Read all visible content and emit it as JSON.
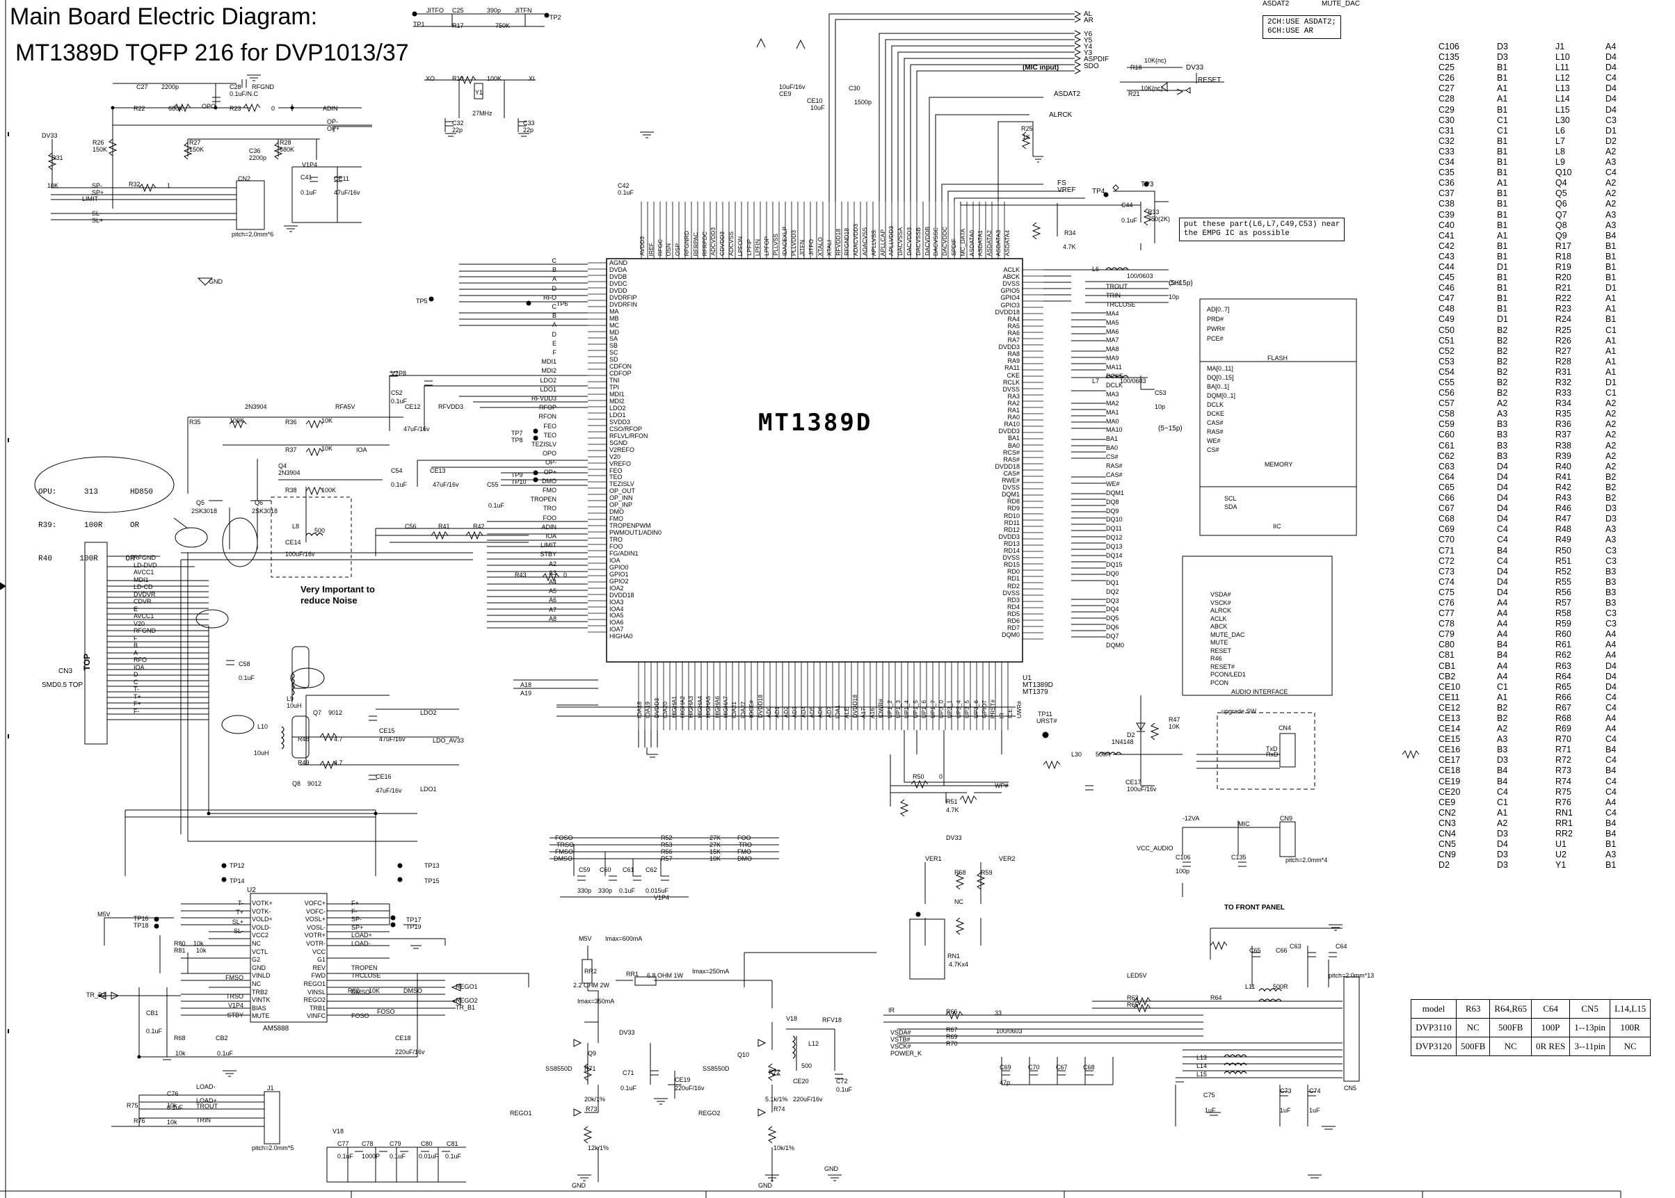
{
  "titles": {
    "line1": "Main Board Electric Diagram:",
    "line2": "MT1389D TQFP 216 for DVP1013/37"
  },
  "chip": {
    "name": "MT1389D",
    "ref": "U1",
    "part1": "MT1389D",
    "part2": "MT1379"
  },
  "notes": {
    "near_empg": "put these part(L6,L7,C49,C53) near\nthe EMPG IC as possible",
    "asdat": "2CH:USE ASDAT2;\n6CH:USE AR",
    "noise": "Very Important to\nreduce Noise",
    "to_front_panel": "TO FRONT PANEL",
    "mic_input": "(MIC input)",
    "range1": "(5~15p)",
    "range2": "(5~15p)",
    "opu_table": [
      "OPU:      313       HD850",
      "R39:      100R      OR",
      "R40      100R      OR"
    ]
  },
  "top_labels": {
    "mute_dac": "MUTE_DAC",
    "asdat2": "ASDAT2",
    "al": "AL",
    "ar": "AR",
    "y6": "Y6",
    "y5": "Y5",
    "y4": "Y4",
    "y3": "Y3",
    "aspdif": "ASPDIF",
    "sdo": "SDO",
    "dv33": "DV33",
    "reset": "RESET",
    "alrck": "ALRCK",
    "fs": "FS",
    "vref": "VREF",
    "tp4": "TP4",
    "tp3": "TP3"
  },
  "left_pins": [
    "AGND",
    "DVDA",
    "DVDB",
    "DVDC",
    "DVDD",
    "DVDRFIP",
    "DVDRFIN",
    "MA",
    "MB",
    "MC",
    "MD",
    "SA",
    "SB",
    "SC",
    "SD",
    "CDFON",
    "CDFOP",
    "TNI",
    "TPI",
    "MDI1",
    "MDI2",
    "LDO2",
    "LDO1",
    "SVDD3",
    "CSO/RFOP",
    "RFLVL/RFON",
    "SGND",
    "V2REFO",
    "V20",
    "VREFO",
    "FEO",
    "TEO",
    "TEZISLV",
    "OP_OUT",
    "OP_INN",
    "OP_INP",
    "DMO",
    "FMO",
    "TROPENPWM",
    "PWMOUT1/ADIN0",
    "TRO",
    "FOO",
    "FG/ADIN1",
    "IOA",
    "GPIO0",
    "GPIO1",
    "GPIO2",
    "IOA2",
    "DVDD18",
    "IOA3",
    "IOA4",
    "IOA5",
    "IOA6",
    "IOA7",
    "HIGHA0"
  ],
  "right_pins": [
    "ACLK",
    "ABCK",
    "DVSS",
    "GPIO5",
    "GPIO4",
    "GPIO3",
    "DVDD18",
    "RA4",
    "RA5",
    "RA6",
    "RA7",
    "DVDD3",
    "RA8",
    "RA9",
    "RA11",
    "CKE",
    "RCLK",
    "DVSS",
    "RA3",
    "RA2",
    "RA1",
    "RA0",
    "RA10",
    "DVDD3",
    "BA1",
    "BA0",
    "RCS#",
    "RAS#",
    "DVDD18",
    "CAS#",
    "RWE#",
    "DVSS",
    "DQM1",
    "RD8",
    "RD9",
    "RD10",
    "RD11",
    "RD12",
    "DVDD3",
    "RD13",
    "RD14",
    "DVSS",
    "RD15",
    "RD0",
    "RD1",
    "RD2",
    "DVSS",
    "RD3",
    "RD4",
    "RD5",
    "RD6",
    "RD7",
    "DQM0"
  ],
  "top_pins": [
    "AVDD3",
    "IREF",
    "RFGC",
    "OSN",
    "OSP",
    "RFGNRD",
    "RFRPAC",
    "RFRPDC",
    "ADCVDD3",
    "CDVDD3",
    "ADCVSS",
    "LPFON",
    "LPFIP",
    "LPFIN",
    "LPFOP",
    "PLLVSS",
    "IDACEXLP",
    "PLLVDD3",
    "JITFN",
    "JITFO",
    "XTALO",
    "XTALI",
    "RFVDD18",
    "RFGND18",
    "ADACVDD3",
    "ADACVSS",
    "APLLVSS",
    "APLLCAP",
    "APLLVDD3",
    "DACVSSA",
    "DACVDD3",
    "DACVSSB",
    "DACVDDB",
    "DACVSSC",
    "DACVDDC",
    "SPDIF",
    "MC_DATA",
    "ASDATA0",
    "ASDATA1",
    "ASDATA2",
    "ASDATA3",
    "ASDATA4"
  ],
  "bottom_pins": [
    "IOA18",
    "IOA19",
    "DVDD3",
    "IOA20",
    "HIGHA1",
    "HIGHA2",
    "HIGHA3",
    "HIGHA4",
    "HIGHA5",
    "HIGHA6",
    "HIGHA7",
    "IOA21",
    "IOA22",
    "IOCE#",
    "DVDD18",
    "AD0",
    "AD1",
    "AD2",
    "AD3",
    "AD4",
    "AD5",
    "AD6",
    "AD7",
    "IOA1",
    "ALE",
    "DVDD18",
    "A17",
    "A16",
    "IOWR#",
    "UP1_2",
    "UP1_3",
    "UP1_4",
    "UP1_5",
    "UP1_6",
    "UP1_7",
    "UP3_0",
    "UP3_1",
    "UP3_4",
    "UP3_5",
    "UP3_6",
    "GPIO7",
    "PRST#",
    "IR",
    "ICE",
    "UWR#"
  ],
  "left_signals": [
    "C",
    "B",
    "A",
    "D",
    "RFO",
    "C",
    "B",
    "A",
    "D",
    "E",
    "F",
    "MDI1",
    "MDI2",
    "LDO2",
    "LDO1",
    "RFVDD3",
    "RFOP",
    "RFON",
    "FEO",
    "TEO",
    "TEZISLV",
    "OPO",
    "OP-",
    "OP+",
    "DMO",
    "FMO",
    "TROPEN",
    "TRO",
    "FOO",
    "ADIN",
    "IOA",
    "LIMIT",
    "STBY",
    "A2",
    "A3",
    "A4",
    "A5",
    "A6",
    "A7",
    "A8"
  ],
  "right_signals": [
    "TROUT",
    "TRIN",
    "TRCLOSE",
    "MA4",
    "MA5",
    "MA6",
    "MA7",
    "MA8",
    "MA9",
    "MA11",
    "DCKE",
    "DCLK",
    "MA3",
    "MA2",
    "MA1",
    "MA0",
    "MA10",
    "BA1",
    "BA0",
    "CS#",
    "RAS#",
    "CAS#",
    "WE#",
    "DQM1",
    "DQ8",
    "DQ9",
    "DQ10",
    "DQ11",
    "DQ12",
    "DQ13",
    "DQ14",
    "DQ15",
    "DQ0",
    "DQ1",
    "DQ2",
    "DQ3",
    "DQ4",
    "DQ5",
    "DQ6",
    "DQ7",
    "DQM0"
  ],
  "cn3": {
    "name": "CN3",
    "type": "SMD0.5 TOP",
    "top": "TOP",
    "pins": [
      "RFGND",
      "LD-DVD",
      "AVCC1",
      "MDI1",
      "LD-CD",
      "DVDVR",
      "CDVR",
      "E",
      "AVCC1",
      "V20",
      "RFGND",
      "F",
      "B",
      "A",
      "RFO",
      "IOA",
      "D",
      "C",
      "T-",
      "T+",
      "F+",
      "F-"
    ]
  },
  "u2": {
    "name": "U2",
    "part": "AM5888",
    "left": [
      "T-",
      "T+",
      "SL+",
      "SL-",
      "",
      "",
      "",
      "",
      "FMSO",
      "",
      "TRSO",
      "V1P4",
      "STBY"
    ],
    "left2": [
      "VOTK+",
      "VOTK-",
      "VOLD+",
      "VOLD-",
      "VCC2",
      "NC",
      "VCTL",
      "G2",
      "GND",
      "VINLD",
      "NC",
      "TRB2",
      "VINTK",
      "BIAS",
      "MUTE"
    ],
    "right2": [
      "VOFC+",
      "VOFC-",
      "VOSL+",
      "VOSL-",
      "VOTR+",
      "VOTR-",
      "VCC",
      "G1",
      "REV",
      "FWD",
      "REGO1",
      "VINSL",
      "REGO2",
      "TRB1",
      "VINFC"
    ],
    "right": [
      "F+",
      "F-",
      "SP-",
      "SP+",
      "LOAD+",
      "LOAD-",
      "",
      "",
      "TROPEN",
      "TRCLOSE",
      "",
      "DMSO",
      "",
      "",
      "FOSO"
    ]
  },
  "small_parts": {
    "c27": "C27",
    "c27v": "2200p",
    "c28": "C28",
    "c28v": "0.1uF/N.C",
    "rfgnd": "RFGND",
    "r22": "R22",
    "r22v": "680K",
    "opo": "OPO",
    "r23": "R23",
    "r23v": "0",
    "adin": "ADIN",
    "opm": "OP-",
    "opp": "OP+",
    "r26": "R26",
    "r26v": "150K",
    "r27": "R27",
    "r27v": "150K",
    "c36": "C36",
    "c36v": "2200p",
    "r28": "R28",
    "r28v": "680K",
    "dv33": "DV33",
    "r31": "R31",
    "r31v": "10K",
    "spm": "SP-",
    "spp": "SP+",
    "limit": "LIMIT",
    "r32": "R32",
    "r32v": "1",
    "cn2": "CN2",
    "slm": "SL-",
    "slp": "SL+",
    "c41": "C41",
    "c41v": "0.1uF",
    "v1p4": "V1P4",
    "ce11": "CE11",
    "ce11v": "47uF/16v",
    "pitch6": "pitch=2.0mm*6",
    "gnd": "GND",
    "tp1": "TP1",
    "jitfo": "JITFO",
    "c25": "C25",
    "c25v": "390p",
    "jitfn": "JITFN",
    "tp2": "TP2",
    "r17": "R17",
    "r17v": "750K",
    "xo": "XO",
    "r10": "R10",
    "r10v": "100K",
    "xi": "XI",
    "y1": "Y1",
    "y1v": "27MHz",
    "c32": "C32",
    "c32v": "22p",
    "c33": "C33",
    "c33v": "22p",
    "q5": "Q5",
    "q5v": "2SK3018",
    "q6": "Q6",
    "q6v": "2SK3018",
    "q4": "Q4",
    "q4v": "2N3904",
    "q4top": "2N3904",
    "r35": "R35",
    "r35v": "100K",
    "r36": "R36",
    "r36v": "10K",
    "rfa5v": "RFA5V",
    "r37": "R37",
    "r37v": "10K",
    "ioa": "IOA",
    "r38": "R38",
    "r38v": "100K",
    "l8": "L8",
    "l8v": "500",
    "ce14": "CE14",
    "ce14v": "100uF/16v",
    "c58": "C58",
    "c58v": "0.1uF",
    "l9": "L9",
    "l9v": "10uH",
    "l10": "L10",
    "l10v": "10uH",
    "q7": "Q7",
    "q7v": "9012",
    "q8": "Q8",
    "q8v": "9012",
    "ldo2": "LDO2",
    "ldo1": "LDO1",
    "ldoav33": "LDO_AV33",
    "ce15": "CE15",
    "ce15v": "47uF/16v",
    "ce16": "CE16",
    "ce16v": "47uF/16v",
    "r48": "R48",
    "r48v": "4.7",
    "r49": "R49",
    "r49v": "4.7",
    "tp12": "TP12",
    "tp14": "TP14",
    "tp13": "TP13",
    "tp15": "TP15",
    "tp16": "TP16",
    "tp18": "TP18",
    "tp17": "TP17",
    "tp19": "TP19",
    "m5v": "M5V",
    "r80": "R80",
    "r80v": "10k",
    "r81": "R81",
    "r81v": "10k",
    "cb1": "CB1",
    "cb1v": "0.1uF",
    "r68": "R68",
    "r68v": "10k",
    "cb2": "CB2",
    "cb2v": "0.1uF",
    "tr_b2": "TR_B2",
    "ce18": "CE18",
    "ce18v": "220uF/16v",
    "rego1": "REGO1",
    "rego2": "REGO2",
    "tr_b1": "TR_B1",
    "r82": "R82",
    "r82v": "10K",
    "dmso": "DMSO",
    "foso": "FOSO",
    "load_m": "LOAD-",
    "load_p": "LOAD+",
    "trout": "TROUT",
    "trin": "TRIN",
    "j1": "J1",
    "pitch5": "pitch=2.0mm*5",
    "r75": "R75",
    "r75v": "10k",
    "r76": "R76",
    "r76v": "10k",
    "c76": "C76",
    "c76v": "0.1uF",
    "v18": "V18",
    "c77": "C77",
    "c77v": "0.1uF",
    "c78": "C78",
    "c78v": "1000P",
    "c79": "C79",
    "c79v": "0.1uF",
    "c80": "C80",
    "c80v": "0.01uF",
    "c81": "C81",
    "c81v": "0.1uF",
    "fososig": "FOSO",
    "trso": "TRSO",
    "fmso": "FMSO",
    "dmso2": "DMSO",
    "r52": "R52",
    "r52v": "27K",
    "r53": "R53",
    "r53v": "27K",
    "r56": "R56",
    "r56v": "15K",
    "r57": "R57",
    "r57v": "10K",
    "foo": "FOO",
    "tro": "TRO",
    "fmo": "FMO",
    "dmo": "DMO",
    "c59": "C59",
    "c59v": "330p",
    "c60": "C60",
    "c60v": "330p",
    "c61": "C61",
    "c61v": "0.1uF",
    "c62": "C62",
    "c62v": "0.015uF",
    "v1p4b": "V1P4",
    "m5v2": "M5V",
    "imax600": "Imax=600mA",
    "imax250": "Imax=250mA",
    "imax350": "Imax=350mA",
    "rr2": "RR2",
    "rr2v": "2.2 OHM 2W",
    "rr1": "RR1",
    "rr1v": "6.8 OHM 1W",
    "q9": "Q9",
    "q9v": "SS8550D",
    "q10": "Q10",
    "q10v": "SS8550D",
    "dv33b": "DV33",
    "r71": "R71",
    "r71v": "20k/1%",
    "r73": "R73",
    "r73v": "12k/1%",
    "r72": "R72",
    "r72v": "5.1k/1%",
    "r74": "R74",
    "r74v": "10k/1%",
    "c71": "C71",
    "c71v": "0.1uF",
    "ce19": "CE19",
    "ce19v": "220uF/16v",
    "v18b": "V18",
    "l12": "L12",
    "l12v": "500",
    "rfv18": "RFV18",
    "ce20": "CE20",
    "ce20v": "220uF/16v",
    "c72": "C72",
    "c72v": "0.1uF",
    "gnd2": "GND",
    "gnd3": "GND",
    "gnd4": "GND",
    "rego1b": "REGO1",
    "rego2b": "REGO2",
    "tp11": "TP11",
    "urst": "URST#",
    "r50": "R50",
    "r50v": "0",
    "wp": "WP#",
    "r51": "R51",
    "r51v": "4.7K",
    "dv33c": "DV33",
    "l30": "L30",
    "l30v": "500R",
    "d2": "D2",
    "d2v": "1N4148",
    "r47": "R47",
    "r47v": "10K",
    "ce17": "CE17",
    "ce17v": "100uF/16v",
    "ver1": "VER1",
    "ver2": "VER2",
    "r58": "R58",
    "r59": "R59",
    "nc": "NC",
    "rn1": "RN1",
    "rn1v": "4.7Kx4",
    "ir": "IR",
    "vsda": "VSDA#",
    "vstb": "VSTB#",
    "vsck": "VSCK#",
    "power_k": "POWER_K",
    "r66": "R66",
    "r66v": "33",
    "r67": "R67",
    "r69": "R69",
    "r70": "R70",
    "rv": "100/0603",
    "c69": "C69",
    "c70": "C70",
    "c67": "C67",
    "c68": "C68",
    "c47p": "47p",
    "m12v": "-12VA",
    "mic": "MIC",
    "vcc_audio": "VCC_AUDIO",
    "cn9": "CN9",
    "pitch4": "pitch=2.0mm*4",
    "c106": "C106",
    "c135": "C135",
    "c100p": "100p",
    "cn4": "CN4",
    "txd": "TxD",
    "rxd": "RxD",
    "upgrade": "upgrade SW",
    "ledsv": "LED5V",
    "r63": "R63",
    "r65": "R65",
    "r64": "R64",
    "l11": "L11",
    "l13": "L13",
    "l14": "L14",
    "l15": "L15",
    "l500r": "500R",
    "cn5": "CN5",
    "pitch13": "pitch=2.0mm*13",
    "c65": "C65",
    "c66": "C66",
    "c63": "C63",
    "c64": "C64",
    "c75": "C75",
    "c73": "C73",
    "c74": "C74",
    "c75v": "1uF",
    "c73v": "1uF",
    "c74v": "1uF",
    "r33": "R33",
    "r33v": "750(2K)",
    "c44": "C44",
    "c44v": "0.1uF",
    "r34": "R34",
    "r34v": "4.7K",
    "l6": "L6",
    "l6v": "100/0603",
    "c49": "C49",
    "c49v": "10p",
    "l7": "L7",
    "l7v": "100/0603",
    "c53": "C53",
    "c53v": "10p",
    "r25": "R25",
    "r25v": "1K",
    "r18": "R18",
    "r18v": "10K(nc)",
    "r21": "R21",
    "r21v": "10K(nc)",
    "v2p8": "V2P8",
    "c52": "C52",
    "c52v": "0.1uF",
    "ce12": "CE12",
    "ce12v": "47uF/16v",
    "rfvdd3": "RFVDD3",
    "c54": "C54",
    "c54v": "0.1uF",
    "ce13": "CE13",
    "ce13v": "47uF/16v",
    "c55": "C55",
    "c55v": "0.1uF",
    "c56": "C56",
    "r41": "R41",
    "r42": "R42",
    "r43": "R43",
    "r43v": "0",
    "tp5": "TP5",
    "tp6": "TP6",
    "tp7": "TP7",
    "tp8": "TP8",
    "tp9": "TP9",
    "tp10": "TP10",
    "a18": "A18",
    "a19": "A19",
    "c42": "C42",
    "c42v": "0.1uF",
    "c30": "C30",
    "c30v": "1500p",
    "ce9": "CE9",
    "ce9v": "10uF/16v",
    "ce10": "CE10",
    "ce10v": "10uF"
  },
  "panels": {
    "flash": "FLASH",
    "memory": "MEMORY",
    "iic": "IIC",
    "audio": "AUDIO INTERFACE",
    "flash_items": [
      "AD[0..7]",
      "PRD#",
      "PWR#",
      "PCE#"
    ],
    "memory_items": [
      "MA[0..11]",
      "DQ[0..15]",
      "BA[0..1]",
      "DQM[0..1]",
      "DCLK",
      "DCKE",
      "CAS#",
      "RAS#",
      "WE#",
      "CS#"
    ],
    "iic_items": [
      "SCL",
      "SDA"
    ],
    "audio_items": [
      "VSDA#",
      "VSCK#",
      "ALRCK",
      "ACLK",
      "ABCK",
      "MUTE_DAC",
      "MUTE",
      "RESET",
      "R46",
      "RESET#",
      "PCON/LED1",
      "PCON"
    ]
  },
  "ref_table": {
    "col1": [
      "C106",
      "C135",
      "C25",
      "C26",
      "C27",
      "C28",
      "C29",
      "C30",
      "C31",
      "C32",
      "C33",
      "C34",
      "C35",
      "C36",
      "C37",
      "C38",
      "C39",
      "C40",
      "C41",
      "C42",
      "C43",
      "C44",
      "C45",
      "C46",
      "C47",
      "C48",
      "C49",
      "C50",
      "C51",
      "C52",
      "C53",
      "C54",
      "C55",
      "C56",
      "C57",
      "C58",
      "C59",
      "C60",
      "C61",
      "C62",
      "C63",
      "C64",
      "C65",
      "C66",
      "C67",
      "C68",
      "C69",
      "C70",
      "C71",
      "C72",
      "C73",
      "C74",
      "C75",
      "C76",
      "C77",
      "C78",
      "C79",
      "C80",
      "C81",
      "CB1",
      "CB2",
      "CE10",
      "CE11",
      "CE12",
      "CE13",
      "CE14",
      "CE15",
      "CE16",
      "CE17",
      "CE18",
      "CE19",
      "CE20",
      "CE9",
      "CN2",
      "CN3",
      "CN4",
      "CN5",
      "CN9",
      "D2"
    ],
    "col2": [
      "D3",
      "D3",
      "B1",
      "B1",
      "A1",
      "A1",
      "B1",
      "C1",
      "C1",
      "B1",
      "B1",
      "B1",
      "B1",
      "A1",
      "B1",
      "B1",
      "B1",
      "B1",
      "A1",
      "B1",
      "B1",
      "D1",
      "B1",
      "B1",
      "B1",
      "B1",
      "D1",
      "B2",
      "B2",
      "B2",
      "B2",
      "B2",
      "B2",
      "B2",
      "A2",
      "A3",
      "B3",
      "B3",
      "B3",
      "B3",
      "D4",
      "D4",
      "D4",
      "D4",
      "D4",
      "D4",
      "C4",
      "C4",
      "B4",
      "C4",
      "D4",
      "D4",
      "D4",
      "A4",
      "A4",
      "A4",
      "A4",
      "B4",
      "B4",
      "A4",
      "A4",
      "C1",
      "A1",
      "B2",
      "B2",
      "A2",
      "A3",
      "B3",
      "D3",
      "B4",
      "B4",
      "C4",
      "C1",
      "A1",
      "A2",
      "D3",
      "D4",
      "D3",
      "D3"
    ],
    "col3": [
      "J1",
      "L10",
      "L11",
      "L12",
      "L13",
      "L14",
      "L15",
      "L30",
      "L6",
      "L7",
      "L8",
      "L9",
      "Q10",
      "Q4",
      "Q5",
      "Q6",
      "Q7",
      "Q8",
      "Q9",
      "R17",
      "R18",
      "R19",
      "R20",
      "R21",
      "R22",
      "R23",
      "R24",
      "R25",
      "R26",
      "R27",
      "R28",
      "R31",
      "R32",
      "R33",
      "R34",
      "R35",
      "R36",
      "R37",
      "R38",
      "R39",
      "R40",
      "R41",
      "R42",
      "R43",
      "R46",
      "R47",
      "R48",
      "R49",
      "R50",
      "R51",
      "R52",
      "R55",
      "R56",
      "R57",
      "R58",
      "R59",
      "R60",
      "R61",
      "R62",
      "R63",
      "R64",
      "R65",
      "R66",
      "R67",
      "R68",
      "R69",
      "R70",
      "R71",
      "R72",
      "R73",
      "R74",
      "R75",
      "R76",
      "RN1",
      "RR1",
      "RR2",
      "U1",
      "U2",
      "Y1"
    ],
    "col4": [
      "A4",
      "D4",
      "D4",
      "C4",
      "D4",
      "D4",
      "D4",
      "C3",
      "D1",
      "D2",
      "A2",
      "A3",
      "C4",
      "A2",
      "A2",
      "A2",
      "A3",
      "A3",
      "B4",
      "B1",
      "B1",
      "B1",
      "B1",
      "D1",
      "A1",
      "A1",
      "B1",
      "C1",
      "A1",
      "A1",
      "A1",
      "A1",
      "D1",
      "C1",
      "A2",
      "A2",
      "A2",
      "A2",
      "A2",
      "A2",
      "A2",
      "B2",
      "B2",
      "B2",
      "D3",
      "D3",
      "A3",
      "A3",
      "C3",
      "C3",
      "B3",
      "B3",
      "B3",
      "B3",
      "C3",
      "C3",
      "A4",
      "A4",
      "A4",
      "D4",
      "D4",
      "D4",
      "C4",
      "C4",
      "A4",
      "A4",
      "C4",
      "B4",
      "C4",
      "B4",
      "C4",
      "C4",
      "A4",
      "C4",
      "B4",
      "B4",
      "B1",
      "A3",
      "B1"
    ]
  },
  "model_table": {
    "header": [
      "model",
      "R63",
      "R64,R65",
      "C64",
      "CN5",
      "L14,L15"
    ],
    "rows": [
      [
        "DVP3110",
        "NC",
        "500FB",
        "100P",
        "1--13pin",
        "100R"
      ],
      [
        "DVP3120",
        "500FB",
        "NC",
        "0R RES",
        "3--11pin",
        "NC"
      ]
    ]
  }
}
